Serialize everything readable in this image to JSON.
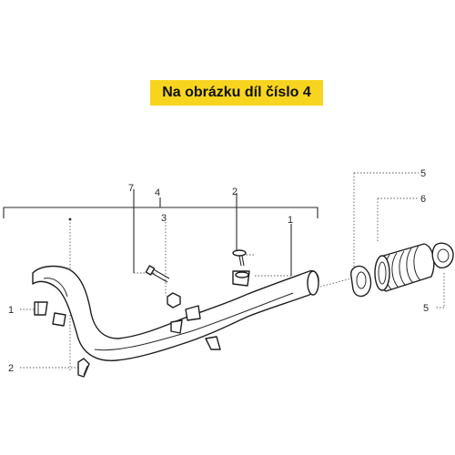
{
  "banner": {
    "text": "Na obrázku díl číslo 4",
    "background": "#f7d51f",
    "text_color": "#111111"
  },
  "callouts": {
    "c7": "7",
    "c4": "4",
    "c2_top": "2",
    "c3": "3",
    "c1_right": "1",
    "c1_left": "1",
    "c2_left": "2",
    "c5_top": "5",
    "c6": "6",
    "c5_bottom": "5"
  }
}
